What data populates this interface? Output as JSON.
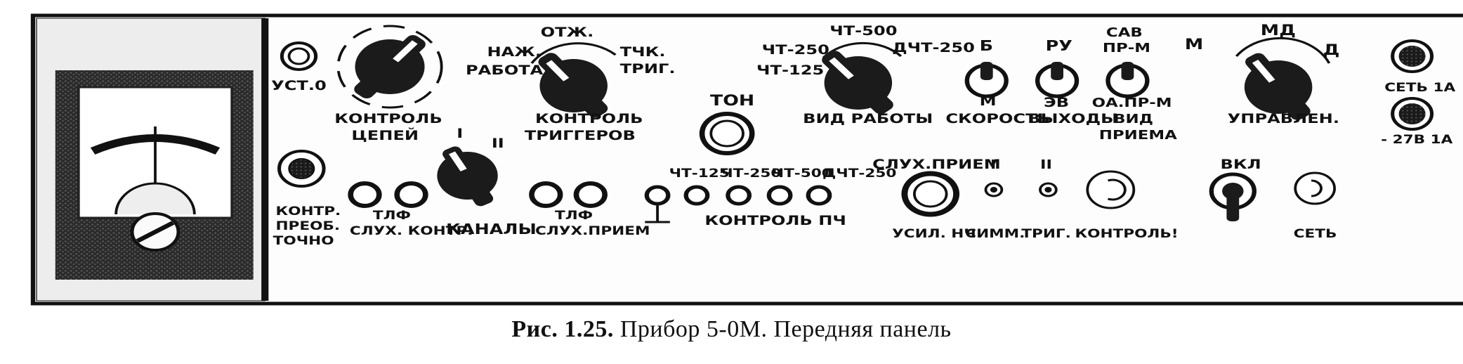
{
  "caption": {
    "label": "Рис. 1.25.",
    "text": "Прибор 5-0М. Передняя панель"
  },
  "panel": {
    "ust0": "УСТ.0",
    "kontrol_cepey": [
      "КОНТРОЛЬ",
      "ЦЕПЕЙ"
    ],
    "switch_positions": {
      "otzh": "ОТЖ.",
      "nazh": "НАЖ.",
      "rabota": "РАБОТА/",
      "tchk": "ТЧК.",
      "trig": "ТРИГ."
    },
    "kontrol_triggerov": [
      "КОНТРОЛЬ",
      "ТРИГГЕРОВ"
    ],
    "channel_marks": [
      "I",
      "II"
    ],
    "kanaly": "КАНАЛЫ",
    "kontr_preob": [
      "КОНТР.",
      "ПРЕОБ.",
      "ТОЧНО"
    ],
    "taf_left": [
      "ТЛФ",
      "СЛУХ. КОНТР."
    ],
    "taf_right": [
      "ТЛФ",
      "СЛУХ.ПРИЕМ"
    ],
    "ton": "ТОН",
    "vid_raboty_positions": {
      "cht250": "ЧТ-250",
      "cht500": "ЧТ-500",
      "dcht250": "ДЧТ-250",
      "cht125": "ЧТ-125 /"
    },
    "vid_raboty": "ВИД РАБОТЫ",
    "toggle_b": {
      "top": "Б",
      "bottom": "М",
      "label": "СКОРОСТЬ"
    },
    "toggle_ru": {
      "top": "РУ",
      "bottom": "ЭВ",
      "label": "ВЫХОДЫ"
    },
    "toggle_sav": {
      "top": [
        "САВ",
        "ПР-М"
      ],
      "bottom": [
        "ОА.ПР-М",
        "ВИД",
        "ПРИЕМА"
      ]
    },
    "upravlen_positions": {
      "m": "М",
      "md": "МД",
      "d": "Д"
    },
    "upravlen": "УПРАВЛЕН.",
    "set_1a": "СЕТЬ 1А",
    "v27_1a": "- 27В 1А",
    "pch_labels": [
      "ЧТ-125",
      "ЧТ-250",
      "ЧТ-500",
      "ДЧТ-250"
    ],
    "kontrol_pch": "КОНТРОЛЬ ПЧ",
    "sluh_priem": "СЛУХ.ПРИЕМ",
    "usil_nch": "УСИЛ. НЧ",
    "simm_marks": [
      "I",
      "II"
    ],
    "simm": "СИММ.",
    "trig2": "ТРИГ.",
    "kontrol_excl": "КОНТРОЛЬ!",
    "vkl": "ВКЛ",
    "set": "СЕТЬ"
  }
}
